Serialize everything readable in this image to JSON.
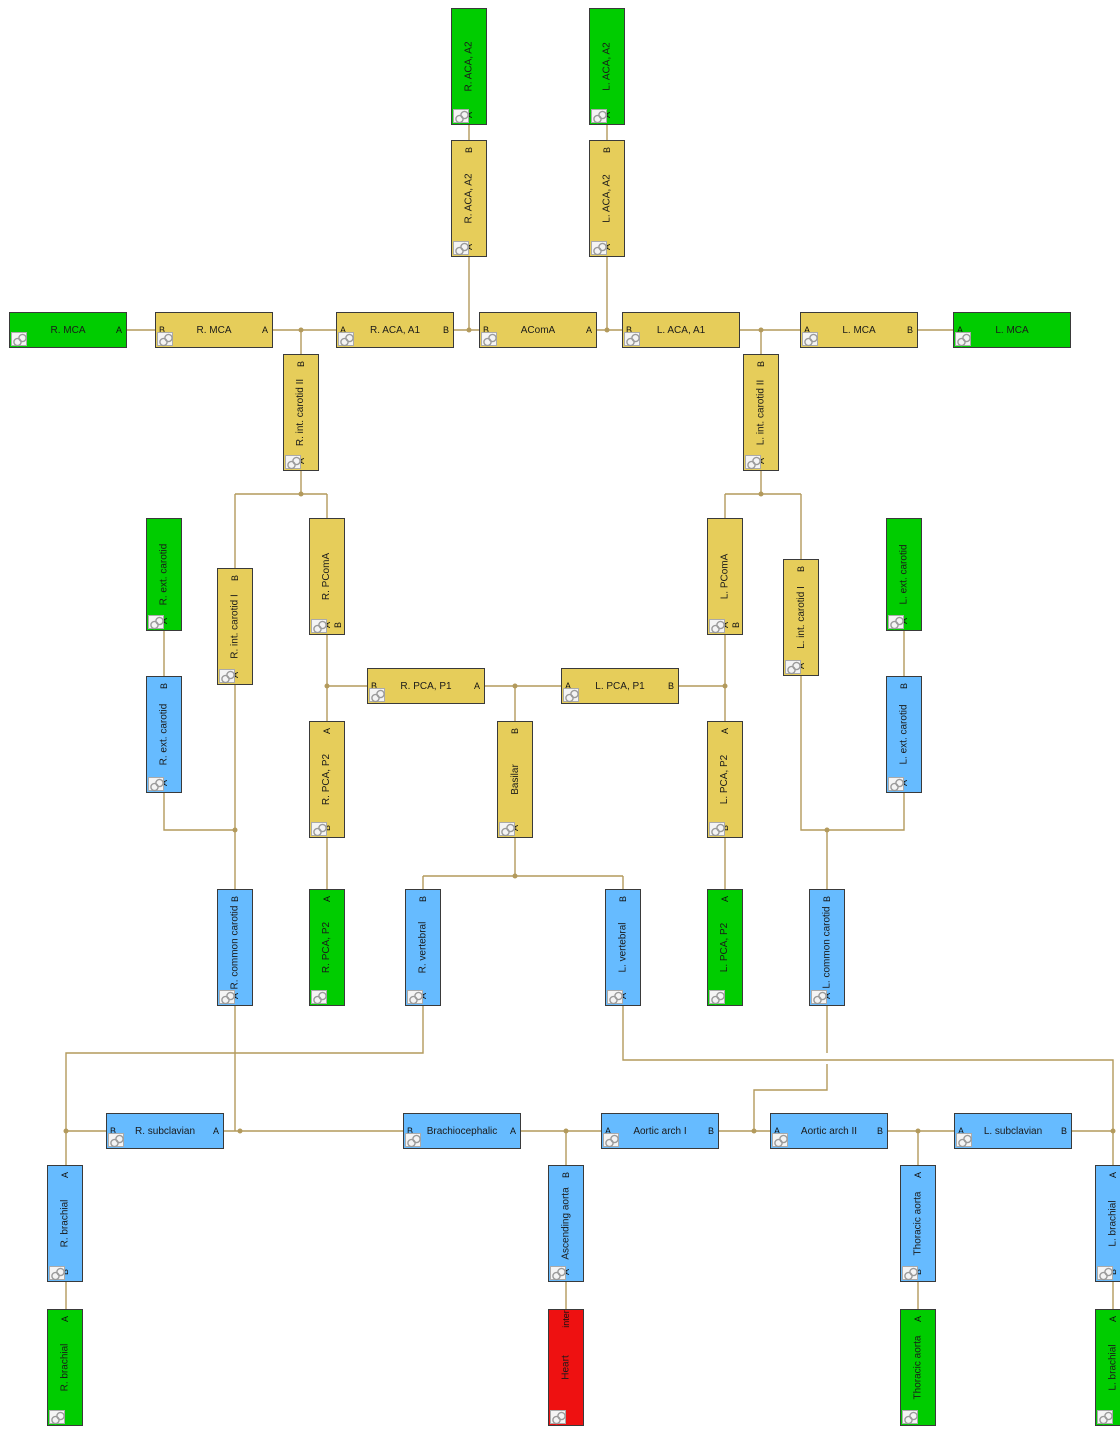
{
  "colors": {
    "wire": "#b39a5c",
    "terminal": "#00cc00",
    "vessel_cerebral": "#e6cd5a",
    "vessel_systemic": "#66bbff",
    "source": "#ee1111"
  },
  "blocks": [
    {
      "id": "r-aca-a2-term",
      "label": "R. ACA, A2",
      "color": "green",
      "ports": {
        "bottom": "A"
      }
    },
    {
      "id": "l-aca-a2-term",
      "label": "L. ACA, A2",
      "color": "green",
      "ports": {
        "bottom": "A"
      }
    },
    {
      "id": "r-aca-a2",
      "label": "R. ACA, A2",
      "color": "yellow",
      "ports": {
        "top": "B",
        "bottom": "A"
      }
    },
    {
      "id": "l-aca-a2",
      "label": "L. ACA, A2",
      "color": "yellow",
      "ports": {
        "top": "B",
        "bottom": "A"
      }
    },
    {
      "id": "r-mca-term",
      "label": "R. MCA",
      "color": "green",
      "ports": {
        "right": "A"
      }
    },
    {
      "id": "r-mca",
      "label": "R. MCA",
      "color": "yellow",
      "ports": {
        "left": "B",
        "right": "A"
      }
    },
    {
      "id": "r-aca-a1",
      "label": "R. ACA, A1",
      "color": "yellow",
      "ports": {
        "left": "A",
        "right": "B"
      }
    },
    {
      "id": "acoma",
      "label": "AComA",
      "color": "yellow",
      "ports": {
        "left": "B",
        "right": "A"
      }
    },
    {
      "id": "l-aca-a1",
      "label": "L. ACA, A1",
      "color": "yellow",
      "ports": {
        "left": "B"
      }
    },
    {
      "id": "l-mca",
      "label": "L. MCA",
      "color": "yellow",
      "ports": {
        "left": "A",
        "right": "B"
      }
    },
    {
      "id": "l-mca-term",
      "label": "L. MCA",
      "color": "green",
      "ports": {
        "left": "A"
      }
    },
    {
      "id": "r-int-carotid-2",
      "label": "R. int. carotid II",
      "color": "yellow",
      "ports": {
        "top": "B",
        "bottom": "A"
      }
    },
    {
      "id": "l-int-carotid-2",
      "label": "L. int. carotid II",
      "color": "yellow",
      "ports": {
        "top": "B",
        "bottom": "A"
      }
    },
    {
      "id": "r-ext-carotid-term",
      "label": "R. ext. carotid",
      "color": "green",
      "ports": {
        "bottom": "A"
      }
    },
    {
      "id": "r-int-carotid-1",
      "label": "R. int. carotid I",
      "color": "yellow",
      "ports": {
        "top": "B",
        "bottom": "A"
      }
    },
    {
      "id": "r-pcoma",
      "label": "R. PComA",
      "color": "yellow",
      "ports": {
        "bottom": "A",
        "bottomB": "B"
      }
    },
    {
      "id": "l-pcoma",
      "label": "L. PComA",
      "color": "yellow",
      "ports": {
        "bottom": "A",
        "bottomB": "B"
      }
    },
    {
      "id": "l-int-carotid-1",
      "label": "L. int. carotid I",
      "color": "yellow",
      "ports": {
        "top": "B",
        "bottom": "A"
      }
    },
    {
      "id": "l-ext-carotid-term",
      "label": "L. ext. carotid",
      "color": "green",
      "ports": {
        "bottom": "A"
      }
    },
    {
      "id": "r-pca-p1",
      "label": "R. PCA, P1",
      "color": "yellow",
      "ports": {
        "left": "B",
        "right": "A"
      }
    },
    {
      "id": "l-pca-p1",
      "label": "L. PCA, P1",
      "color": "yellow",
      "ports": {
        "left": "A",
        "right": "B"
      }
    },
    {
      "id": "r-ext-carotid",
      "label": "R. ext. carotid",
      "color": "blue",
      "ports": {
        "top": "B",
        "bottom": "A"
      }
    },
    {
      "id": "r-pca-p2",
      "label": "R. PCA, P2",
      "color": "yellow",
      "ports": {
        "top": "A",
        "bottom": "B"
      }
    },
    {
      "id": "basilar",
      "label": "Basilar",
      "color": "yellow",
      "ports": {
        "top": "B",
        "bottom": "A"
      }
    },
    {
      "id": "l-pca-p2",
      "label": "L. PCA, P2",
      "color": "yellow",
      "ports": {
        "top": "A",
        "bottom": "B"
      }
    },
    {
      "id": "l-ext-carotid",
      "label": "L. ext. carotid",
      "color": "blue",
      "ports": {
        "top": "B",
        "bottom": "A"
      }
    },
    {
      "id": "r-common-carotid",
      "label": "R. common carotid",
      "color": "blue",
      "ports": {
        "top": "B",
        "bottom": "A"
      }
    },
    {
      "id": "r-pca-p2-term",
      "label": "R. PCA, P2",
      "color": "green",
      "ports": {
        "top": "A"
      }
    },
    {
      "id": "r-vertebral",
      "label": "R. vertebral",
      "color": "blue",
      "ports": {
        "top": "B",
        "bottom": "A"
      }
    },
    {
      "id": "l-vertebral",
      "label": "L. vertebral",
      "color": "blue",
      "ports": {
        "top": "B",
        "bottom": "A"
      }
    },
    {
      "id": "l-pca-p2-term",
      "label": "L. PCA, P2",
      "color": "green",
      "ports": {
        "top": "A"
      }
    },
    {
      "id": "l-common-carotid",
      "label": "L. common carotid",
      "color": "blue",
      "ports": {
        "top": "B",
        "bottom": "A"
      }
    },
    {
      "id": "r-subclavian",
      "label": "R. subclavian",
      "color": "blue",
      "ports": {
        "left": "B",
        "right": "A"
      }
    },
    {
      "id": "brachiocephalic",
      "label": "Brachiocephalic",
      "color": "blue",
      "ports": {
        "left": "B",
        "right": "A"
      }
    },
    {
      "id": "aortic-arch-1",
      "label": "Aortic arch I",
      "color": "blue",
      "ports": {
        "left": "A",
        "right": "B"
      }
    },
    {
      "id": "aortic-arch-2",
      "label": "Aortic arch II",
      "color": "blue",
      "ports": {
        "left": "A",
        "right": "B"
      }
    },
    {
      "id": "l-subclavian",
      "label": "L. subclavian",
      "color": "blue",
      "ports": {
        "left": "A",
        "right": "B"
      }
    },
    {
      "id": "r-brachial",
      "label": "R. brachial",
      "color": "blue",
      "ports": {
        "top": "A",
        "bottom": "B"
      }
    },
    {
      "id": "ascending-aorta",
      "label": "Ascending aorta",
      "color": "blue",
      "ports": {
        "top": "B",
        "bottom": "A"
      }
    },
    {
      "id": "thoracic-aorta",
      "label": "Thoracic aorta",
      "color": "blue",
      "ports": {
        "top": "A",
        "bottom": "B"
      }
    },
    {
      "id": "l-brachial",
      "label": "L. brachial",
      "color": "blue",
      "ports": {
        "top": "A",
        "bottom": "B"
      }
    },
    {
      "id": "r-brachial-term",
      "label": "R. brachial",
      "color": "green",
      "ports": {
        "top": "A"
      }
    },
    {
      "id": "heart",
      "label": "Heart",
      "color": "red",
      "ports": {
        "top": "inter"
      }
    },
    {
      "id": "thoracic-aorta-term",
      "label": "Thoracic aorta",
      "color": "green",
      "ports": {
        "top": "A"
      }
    },
    {
      "id": "l-brachial-term",
      "label": "L. brachial",
      "color": "green",
      "ports": {
        "top": "A"
      }
    }
  ]
}
